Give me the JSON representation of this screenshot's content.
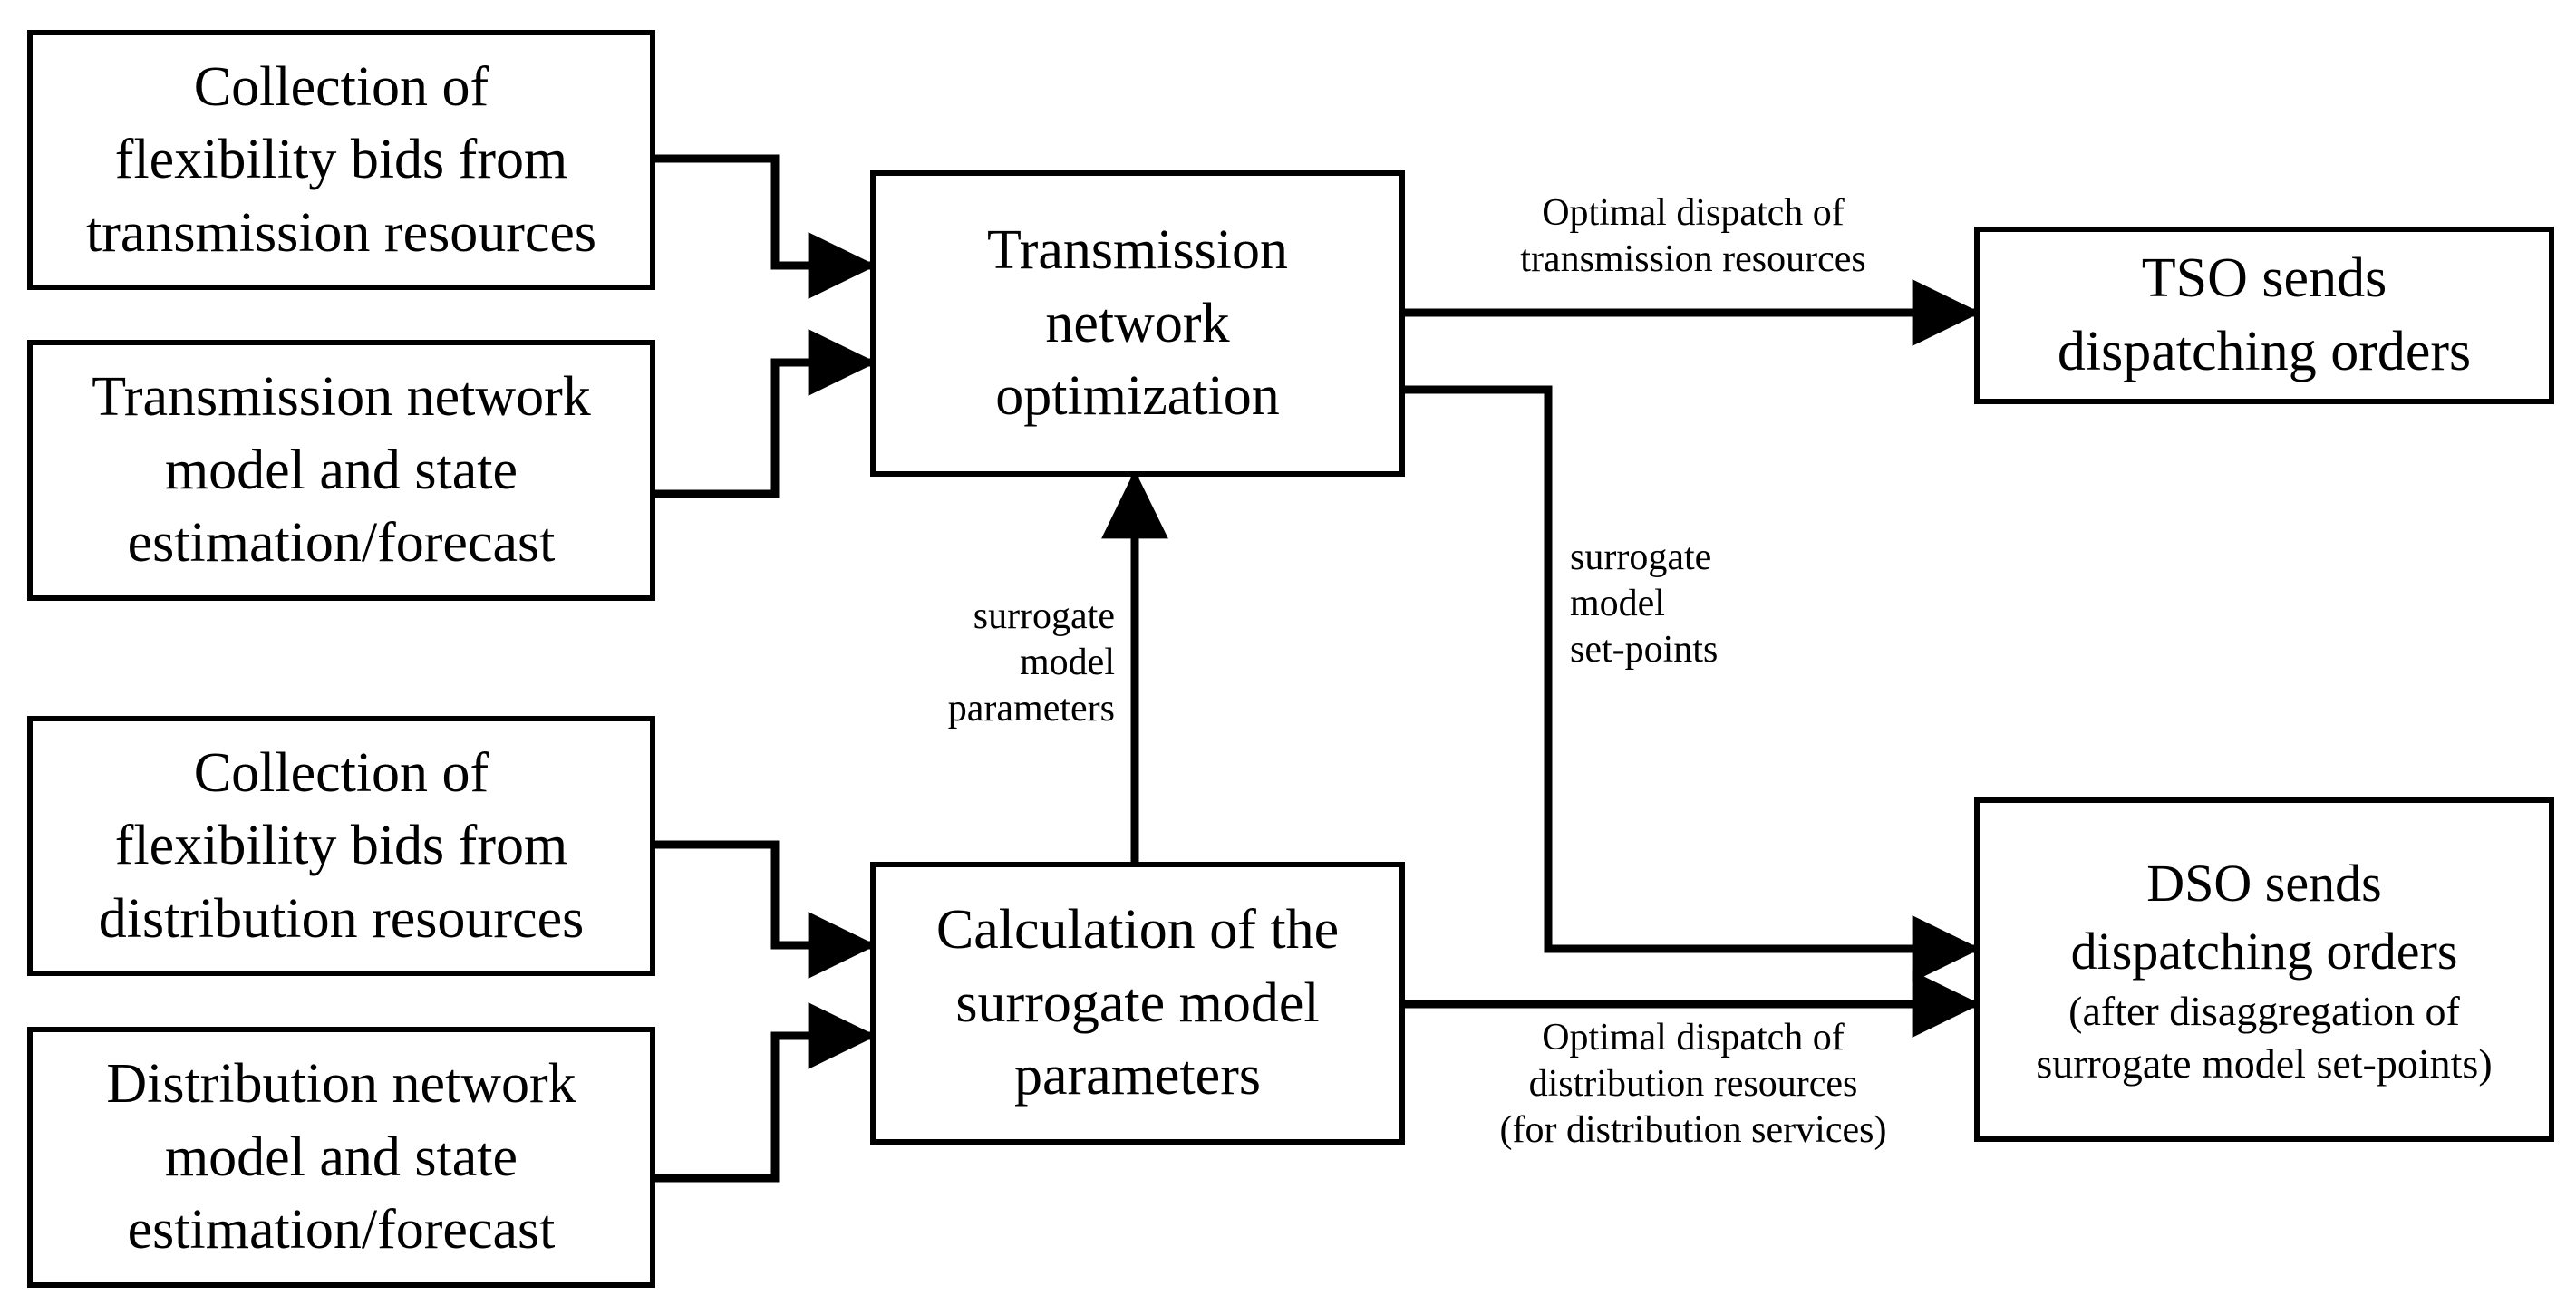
{
  "diagram": {
    "title": "TSO-DSO coordination flowchart",
    "colors": {
      "stroke": "#000000",
      "fill": "#ffffff",
      "text": "#000000"
    },
    "nodes": [
      {
        "id": "bids-transmission",
        "label": "Collection of\nflexibility bids from\ntransmission resources"
      },
      {
        "id": "transmission-model",
        "label": "Transmission network\nmodel and state\nestimation/forecast"
      },
      {
        "id": "transmission-optimization",
        "label": "Transmission\nnetwork\noptimization"
      },
      {
        "id": "tso-dispatch",
        "label": "TSO sends\ndispatching orders"
      },
      {
        "id": "bids-distribution",
        "label": "Collection of\nflexibility bids from\ndistribution resources"
      },
      {
        "id": "distribution-model",
        "label": "Distribution network\nmodel and state\nestimation/forecast"
      },
      {
        "id": "surrogate-calculation",
        "label": "Calculation of the\nsurrogate model\nparameters"
      },
      {
        "id": "dso-dispatch",
        "label": "DSO sends\ndispatching orders",
        "sublabel": "(after disaggregation of\nsurrogate model set-points)"
      }
    ],
    "edge_labels": [
      {
        "id": "optimal-dispatch-transmission",
        "text": "Optimal dispatch of\ntransmission resources"
      },
      {
        "id": "surrogate-model-parameters",
        "text": "surrogate\nmodel\nparameters"
      },
      {
        "id": "surrogate-model-set-points",
        "text": "surrogate\nmodel\nset-points"
      },
      {
        "id": "optimal-dispatch-distribution",
        "text": "Optimal dispatch of\ndistribution resources\n(for distribution services)"
      }
    ]
  }
}
